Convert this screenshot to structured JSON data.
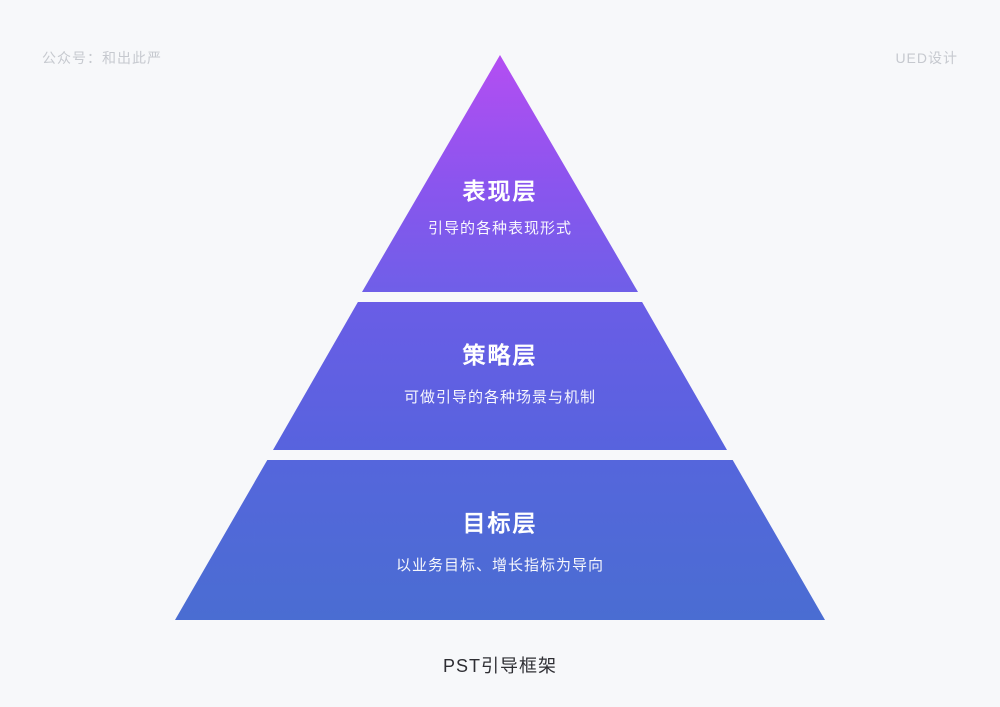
{
  "page": {
    "watermark_left": "公众号：和出此严",
    "watermark_right": "UED设计",
    "caption": "PST引导框架"
  },
  "pyramid": {
    "layers": [
      {
        "id": "presentation",
        "title": "表现层",
        "subtitle": "引导的各种表现形式"
      },
      {
        "id": "strategy",
        "title": "策略层",
        "subtitle": "可做引导的各种场景与机制"
      },
      {
        "id": "goal",
        "title": "目标层",
        "subtitle": "以业务目标、增长指标为导向"
      }
    ]
  },
  "colors": {
    "background": "#f7f8fa",
    "gradient_top": "#b44ef2",
    "gradient_bottom": "#4a6dd2",
    "text_on_pyramid": "#ffffff",
    "watermark": "#c6c9cf",
    "caption": "#2e2e33"
  }
}
